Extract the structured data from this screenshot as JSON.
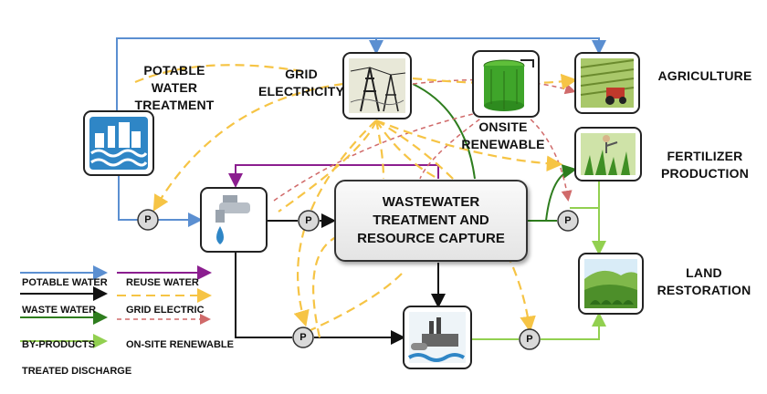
{
  "nodes": {
    "potable_water_treatment": "POTABLE\nWATER\nTREATMENT",
    "grid_electricity": "GRID\nELECTRICITY",
    "onsite_renewable": "ONSITE\nRENEWABLE",
    "agriculture": "AGRICULTURE",
    "fertilizer_production": "FERTILIZER\nPRODUCTION",
    "land_restoration": "LAND\nRESTORATION",
    "wastewater_treatment": "WASTEWATER\nTREATMENT AND\nRESOURCE CAPTURE",
    "pump_label": "P"
  },
  "legend": {
    "potable_water": "POTABLE WATER",
    "waste_water": "WASTE WATER",
    "by_products": "BY-PRODUCTS",
    "treated_discharge": "TREATED DISCHARGE",
    "reuse_water": "REUSE WATER",
    "grid_electric": "GRID ELECTRIC",
    "onsite_renewable": "ON-SITE RENEWABLE"
  },
  "colors": {
    "potable_water": "#5b8fd1",
    "waste_water": "#111111",
    "by_products": "#2e7d1e",
    "treated_discharge": "#92d050",
    "reuse_water": "#8b1e8f",
    "grid_electric": "#f6c445",
    "onsite_renewable": "#d06a6a"
  },
  "icons": {
    "potable_water_treatment": "water-plant-icon",
    "grid_electricity": "power-tower-icon",
    "onsite_renewable": "biogas-tank-icon",
    "agriculture": "tractor-field-icon",
    "fertilizer_production": "crop-spraying-icon",
    "land_restoration": "green-landscape-icon",
    "tap": "water-tap-icon",
    "discharge": "outfall-plant-icon"
  }
}
